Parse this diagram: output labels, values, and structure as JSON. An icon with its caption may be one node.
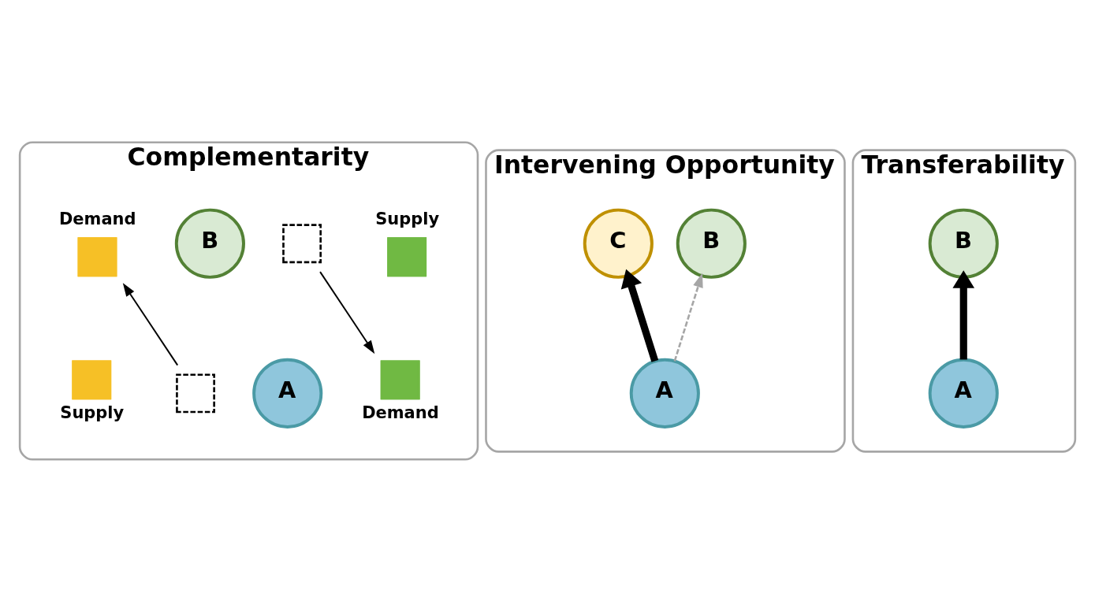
{
  "diagram": {
    "nodes": [
      {
        "text": [
          "Complementarity"
        ]
      },
      {
        "text": [],
        "shape": "box",
        "in": 0,
        "beside": [
          "Demand"
        ]
      },
      {
        "text": [
          "B"
        ],
        "in": 0
      },
      {
        "text": [],
        "shape": "box",
        "in": 0
      },
      {
        "text": [],
        "shape": "box",
        "in": 0,
        "beside": [
          "Supply"
        ]
      },
      {
        "text": [],
        "shape": "box",
        "in": 0,
        "beside": [
          "Supply"
        ]
      },
      {
        "text": [],
        "shape": "box",
        "in": 0
      },
      {
        "text": [
          "A"
        ],
        "in": 0
      },
      {
        "text": [],
        "shape": "box",
        "in": 0,
        "beside": [
          "Demand"
        ]
      },
      {
        "text": [
          "Intervening Opportunity"
        ]
      },
      {
        "text": [
          "B"
        ],
        "in": 9
      },
      {
        "text": [
          "C"
        ],
        "in": 9
      },
      {
        "text": [
          "A"
        ],
        "in": 9
      },
      {
        "text": [
          "Transferability"
        ]
      },
      {
        "text": [
          "B"
        ],
        "in": 13
      },
      {
        "text": [
          "A"
        ],
        "in": 13
      }
    ],
    "edges": [
      {
        "from": 6,
        "to": 1,
        "arrow": "to"
      },
      {
        "from": 3,
        "to": 8,
        "arrow": "to"
      },
      {
        "from": 12,
        "to": 11,
        "arrow": "to",
        "style": "thick"
      },
      {
        "from": 12,
        "to": 10,
        "arrow": "to",
        "style": "dashed",
        "color": "#a6a6a6"
      },
      {
        "from": 15,
        "to": 14,
        "arrow": "to",
        "style": "thick"
      }
    ]
  }
}
